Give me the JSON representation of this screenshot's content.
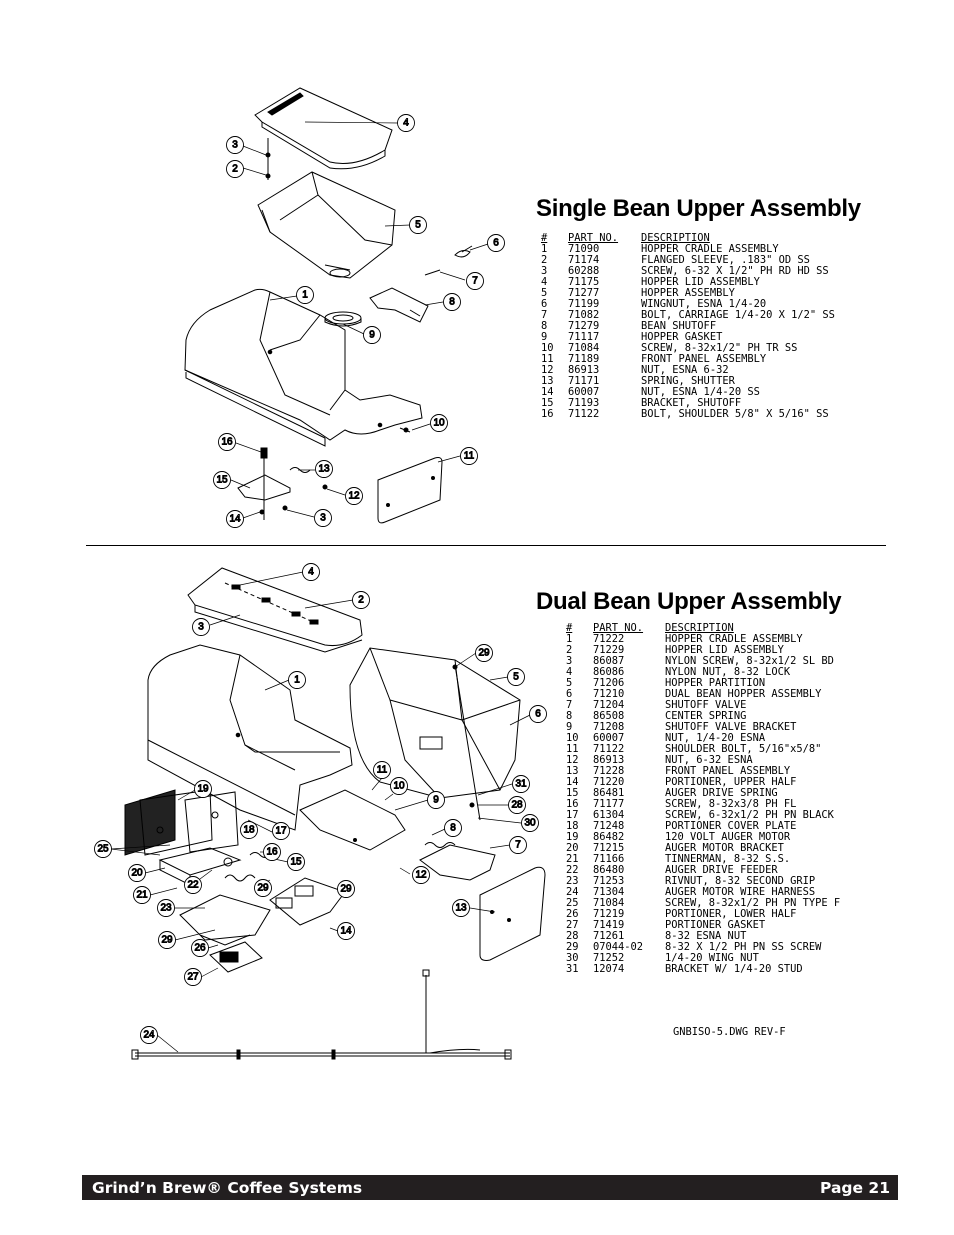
{
  "single": {
    "title": "Single Bean Upper Assembly",
    "headers": [
      "#",
      "PART NO.",
      "DESCRIPTION"
    ],
    "parts": [
      [
        "1",
        "71090",
        "HOPPER CRADLE ASSEMBLY"
      ],
      [
        "2",
        "71174",
        "FLANGED SLEEVE, .183\" OD SS"
      ],
      [
        "3",
        "60288",
        "SCREW, 6-32 X 1/2\" PH RD HD SS"
      ],
      [
        "4",
        "71175",
        "HOPPER LID ASSEMBLY"
      ],
      [
        "5",
        "71277",
        "HOPPER ASSEMBLY"
      ],
      [
        "6",
        "71199",
        "WINGNUT, ESNA 1/4-20"
      ],
      [
        "7",
        "71082",
        "BOLT, CARRIAGE 1/4-20 X 1/2\" SS"
      ],
      [
        "8",
        "71279",
        "BEAN SHUTOFF"
      ],
      [
        "9",
        "71117",
        "HOPPER GASKET"
      ],
      [
        "10",
        "71084",
        "SCREW, 8-32x1/2\" PH TR SS"
      ],
      [
        "11",
        "71189",
        "FRONT PANEL ASSEMBLY"
      ],
      [
        "12",
        "86913",
        "NUT, ESNA 6-32"
      ],
      [
        "13",
        "71171",
        "SPRING, SHUTTER"
      ],
      [
        "14",
        "60007",
        "NUT, ESNA 1/4-20 SS"
      ],
      [
        "15",
        "71193",
        "BRACKET, SHUTOFF"
      ],
      [
        "16",
        "71122",
        "BOLT, SHOULDER 5/8\" X 5/16\" SS"
      ]
    ]
  },
  "dual": {
    "title": "Dual Bean Upper Assembly",
    "headers": [
      "#",
      "PART NO.",
      "DESCRIPTION"
    ],
    "parts": [
      [
        "1",
        "71222",
        "HOPPER CRADLE ASSEMBLY"
      ],
      [
        "2",
        "71229",
        "HOPPER LID ASSEMBLY"
      ],
      [
        "3",
        "86087",
        "NYLON SCREW, 8-32x1/2 SL BD"
      ],
      [
        "4",
        "86086",
        "NYLON NUT, 8-32 LOCK"
      ],
      [
        "5",
        "71206",
        "HOPPER PARTITION"
      ],
      [
        "6",
        "71210",
        "DUAL BEAN HOPPER ASSEMBLY"
      ],
      [
        "7",
        "71204",
        "SHUTOFF VALVE"
      ],
      [
        "8",
        "86508",
        "CENTER SPRING"
      ],
      [
        "9",
        "71208",
        "SHUTOFF VALVE BRACKET"
      ],
      [
        "10",
        "60007",
        "NUT, 1/4-20 ESNA"
      ],
      [
        "11",
        "71122",
        "SHOULDER BOLT, 5/16\"x5/8\""
      ],
      [
        "12",
        "86913",
        "NUT, 6-32 ESNA"
      ],
      [
        "13",
        "71228",
        "FRONT PANEL ASSEMBLY"
      ],
      [
        "14",
        "71220",
        "PORTIONER, UPPER HALF"
      ],
      [
        "15",
        "86481",
        "AUGER DRIVE SPRING"
      ],
      [
        "16",
        "71177",
        "SCREW, 8-32x3/8 PH FL"
      ],
      [
        "17",
        "61304",
        "SCREW, 6-32x1/2 PH PN BLACK"
      ],
      [
        "18",
        "71248",
        "PORTIONER COVER PLATE"
      ],
      [
        "19",
        "86482",
        "120 VOLT AUGER MOTOR"
      ],
      [
        "20",
        "71215",
        "AUGER MOTOR BRACKET"
      ],
      [
        "21",
        "71166",
        "TINNERMAN, 8-32 S.S."
      ],
      [
        "22",
        "86480",
        "AUGER DRIVE FEEDER"
      ],
      [
        "23",
        "71253",
        "RIVNUT, 8-32 SECOND GRIP"
      ],
      [
        "24",
        "71304",
        "AUGER MOTOR WIRE HARNESS"
      ],
      [
        "25",
        "71084",
        "SCREW, 8-32x1/2 PH PN TYPE F"
      ],
      [
        "26",
        "71219",
        "PORTIONER, LOWER HALF"
      ],
      [
        "27",
        "71419",
        "PORTIONER GASKET"
      ],
      [
        "28",
        "71261",
        "8-32 ESNA NUT"
      ],
      [
        "29",
        "07044-02",
        "8-32 X 1/2  PH PN SS SCREW"
      ],
      [
        "30",
        "71252",
        "1/4-20 WING NUT"
      ],
      [
        "31",
        "12074",
        "BRACKET W/ 1/4-20 STUD"
      ]
    ]
  },
  "drawing_number": "GNBISO-5.DWG REV-F",
  "callouts_single": [
    "4",
    "3",
    "2",
    "5",
    "6",
    "7",
    "1",
    "8",
    "9",
    "10",
    "16",
    "13",
    "11",
    "15",
    "12",
    "14",
    "3"
  ],
  "callouts_dual": [
    "4",
    "2",
    "3",
    "29",
    "1",
    "5",
    "6",
    "11",
    "10",
    "19",
    "9",
    "31",
    "28",
    "30",
    "18",
    "17",
    "8",
    "7",
    "16",
    "15",
    "25",
    "20",
    "22",
    "29",
    "21",
    "12",
    "29",
    "23",
    "13",
    "14",
    "29",
    "26",
    "27",
    "24"
  ],
  "footer": {
    "left": "Grind’n Brew® Coffee Systems",
    "right": "Page 21"
  }
}
